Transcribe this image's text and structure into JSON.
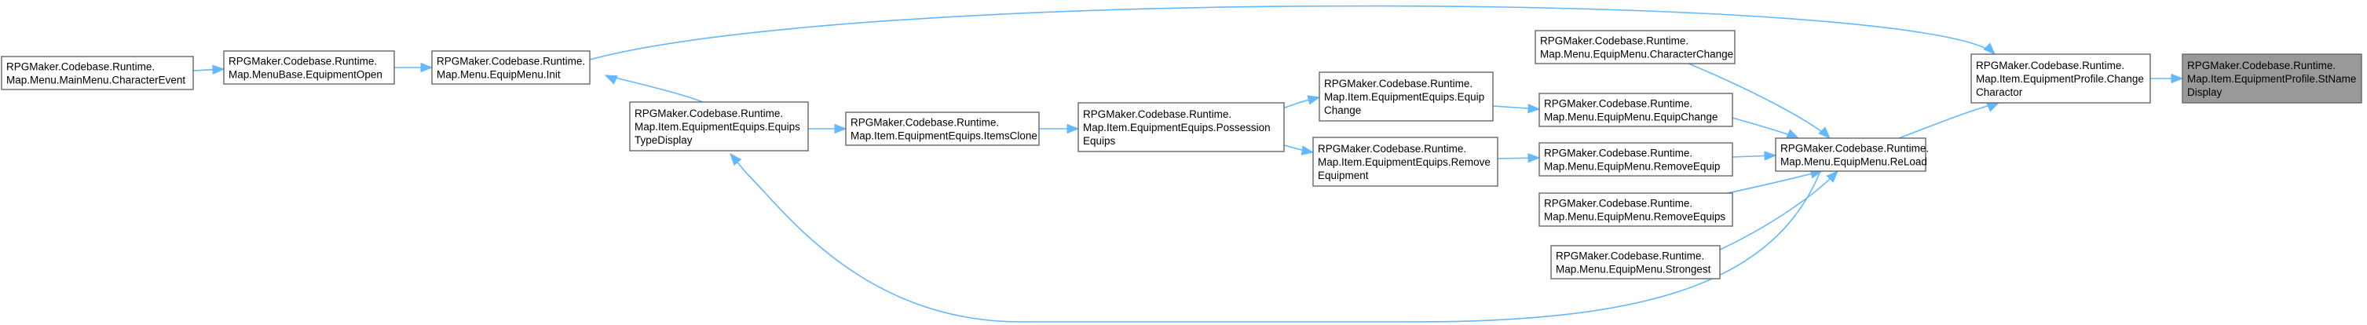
{
  "diagram": {
    "nodes": [
      {
        "id": "stname_display",
        "lines": [
          "RPGMaker.Codebase.Runtime.",
          "Map.Item.EquipmentProfile.StName",
          "Display"
        ],
        "root": true
      },
      {
        "id": "change_charactor",
        "lines": [
          "RPGMaker.Codebase.Runtime.",
          "Map.Item.EquipmentProfile.Change",
          "Charactor"
        ]
      },
      {
        "id": "equipmenu_init",
        "lines": [
          "RPGMaker.Codebase.Runtime.",
          "Map.Menu.EquipMenu.Init"
        ]
      },
      {
        "id": "equipmenu_reload",
        "lines": [
          "RPGMaker.Codebase.Runtime.",
          "Map.Menu.EquipMenu.ReLoad"
        ]
      },
      {
        "id": "menubase_equipmentopen",
        "lines": [
          "RPGMaker.Codebase.Runtime.",
          "Map.MenuBase.EquipmentOpen"
        ]
      },
      {
        "id": "mainmenu_characterevent",
        "lines": [
          "RPGMaker.Codebase.Runtime.",
          "Map.Menu.MainMenu.CharacterEvent"
        ]
      },
      {
        "id": "equipmenu_characterchange",
        "lines": [
          "RPGMaker.Codebase.Runtime.",
          "Map.Menu.EquipMenu.CharacterChange"
        ]
      },
      {
        "id": "equipmenu_equipchange",
        "lines": [
          "RPGMaker.Codebase.Runtime.",
          "Map.Menu.EquipMenu.EquipChange"
        ]
      },
      {
        "id": "equipmenu_removeequip",
        "lines": [
          "RPGMaker.Codebase.Runtime.",
          "Map.Menu.EquipMenu.RemoveEquip"
        ]
      },
      {
        "id": "equipmenu_removeequips",
        "lines": [
          "RPGMaker.Codebase.Runtime.",
          "Map.Menu.EquipMenu.RemoveEquips"
        ]
      },
      {
        "id": "equipmenu_strongest",
        "lines": [
          "RPGMaker.Codebase.Runtime.",
          "Map.Menu.EquipMenu.Strongest"
        ]
      },
      {
        "id": "equips_equipchange",
        "lines": [
          "RPGMaker.Codebase.Runtime.",
          "Map.Item.EquipmentEquips.Equip",
          "Change"
        ]
      },
      {
        "id": "equips_removeequipment",
        "lines": [
          "RPGMaker.Codebase.Runtime.",
          "Map.Item.EquipmentEquips.Remove",
          "Equipment"
        ]
      },
      {
        "id": "equips_possessionequips",
        "lines": [
          "RPGMaker.Codebase.Runtime.",
          "Map.Item.EquipmentEquips.Possession",
          "Equips"
        ]
      },
      {
        "id": "equips_itemsclone",
        "lines": [
          "RPGMaker.Codebase.Runtime.",
          "Map.Item.EquipmentEquips.ItemsClone"
        ]
      },
      {
        "id": "equips_typedisplay",
        "lines": [
          "RPGMaker.Codebase.Runtime.",
          "Map.Item.EquipmentEquips.Equips",
          "TypeDisplay"
        ]
      }
    ],
    "edges": [
      {
        "from": "change_charactor",
        "to": "stname_display"
      },
      {
        "from": "equipmenu_init",
        "to": "change_charactor"
      },
      {
        "from": "equipmenu_reload",
        "to": "change_charactor"
      },
      {
        "from": "menubase_equipmentopen",
        "to": "equipmenu_init"
      },
      {
        "from": "mainmenu_characterevent",
        "to": "menubase_equipmentopen"
      },
      {
        "from": "equipmenu_characterchange",
        "to": "equipmenu_reload"
      },
      {
        "from": "equipmenu_equipchange",
        "to": "equipmenu_reload"
      },
      {
        "from": "equipmenu_removeequip",
        "to": "equipmenu_reload"
      },
      {
        "from": "equipmenu_removeequips",
        "to": "equipmenu_reload"
      },
      {
        "from": "equipmenu_strongest",
        "to": "equipmenu_reload"
      },
      {
        "from": "equips_equipchange",
        "to": "equipmenu_equipchange"
      },
      {
        "from": "equips_removeequipment",
        "to": "equipmenu_removeequip"
      },
      {
        "from": "equips_possessionequips",
        "to": "equips_equipchange"
      },
      {
        "from": "equips_possessionequips",
        "to": "equips_removeequipment"
      },
      {
        "from": "equips_itemsclone",
        "to": "equips_possessionequips"
      },
      {
        "from": "equips_typedisplay",
        "to": "equips_itemsclone"
      },
      {
        "from": "equipmenu_init",
        "to": "equips_typedisplay"
      },
      {
        "from": "equipmenu_reload",
        "to": "equips_typedisplay"
      }
    ]
  }
}
